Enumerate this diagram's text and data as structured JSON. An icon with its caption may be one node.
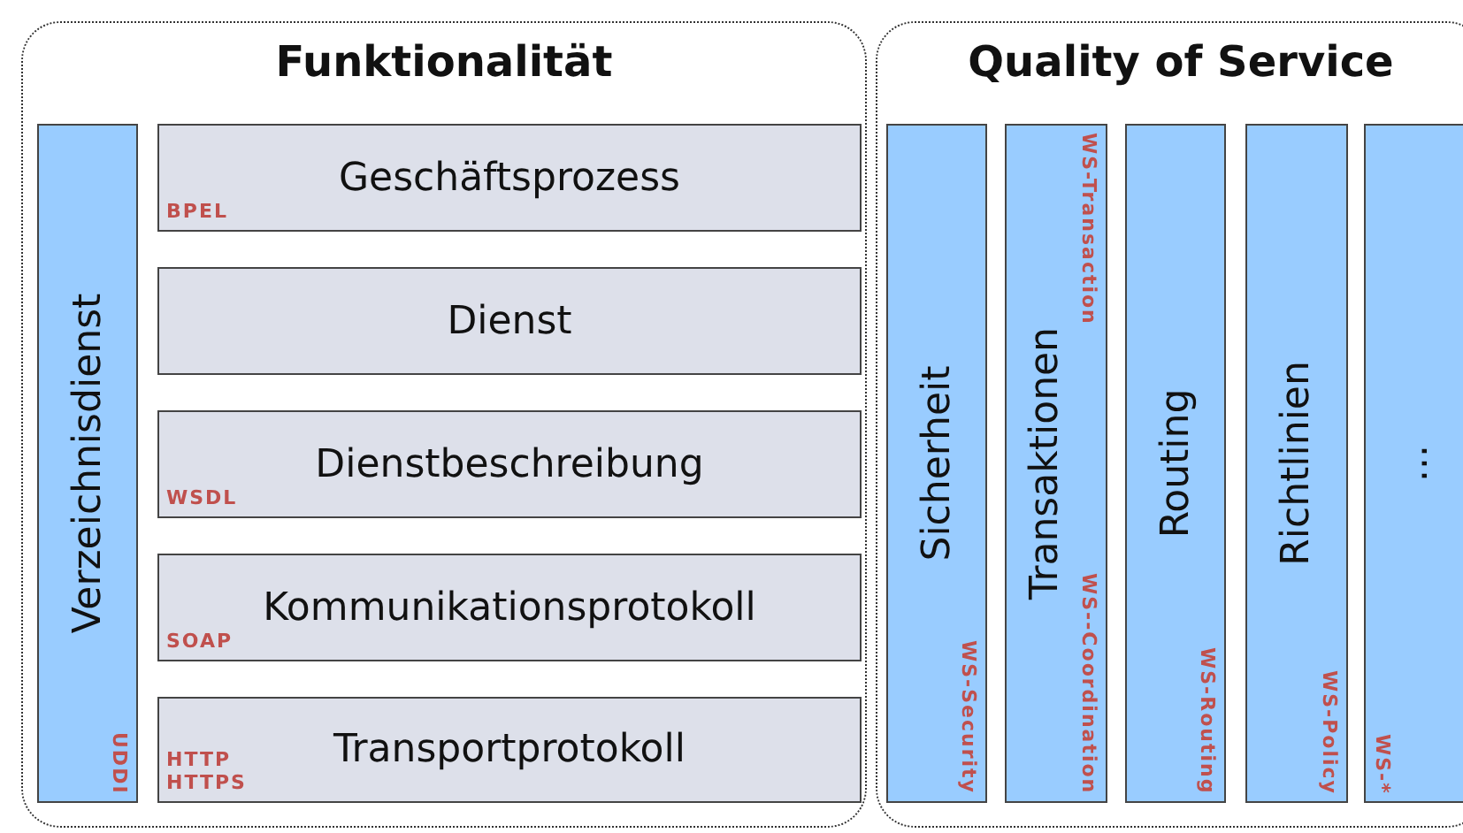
{
  "diagram": {
    "nodes": [
      {
        "text": [
          "Funktionalität"
        ]
      },
      {
        "text": [
          "Verzeichnisdienst",
          "UDDI"
        ],
        "in": 0
      },
      {
        "text": [
          "Geschäftsprozess",
          "BPEL"
        ],
        "in": 0
      },
      {
        "text": [
          "Dienst"
        ],
        "in": 0
      },
      {
        "text": [
          "Dienstbeschreibung",
          "WSDL"
        ],
        "in": 0
      },
      {
        "text": [
          "Kommunikationsprotokoll",
          "SOAP"
        ],
        "in": 0
      },
      {
        "text": [
          "Transportprotokoll",
          "HTTP HTTPS"
        ],
        "in": 0
      },
      {
        "text": [
          "Quality of Service"
        ]
      },
      {
        "text": [
          "Sicherheit",
          "WS-Security"
        ],
        "in": 7
      },
      {
        "text": [
          "Transaktionen",
          "WS-Transaction",
          "WS--Coordination"
        ],
        "in": 7
      },
      {
        "text": [
          "Routing",
          "WS-Routing"
        ],
        "in": 7
      },
      {
        "text": [
          "Richtlinien",
          "WS-Policy"
        ],
        "in": 7
      },
      {
        "text": [
          "...",
          "WS-*"
        ],
        "in": 7
      }
    ]
  }
}
